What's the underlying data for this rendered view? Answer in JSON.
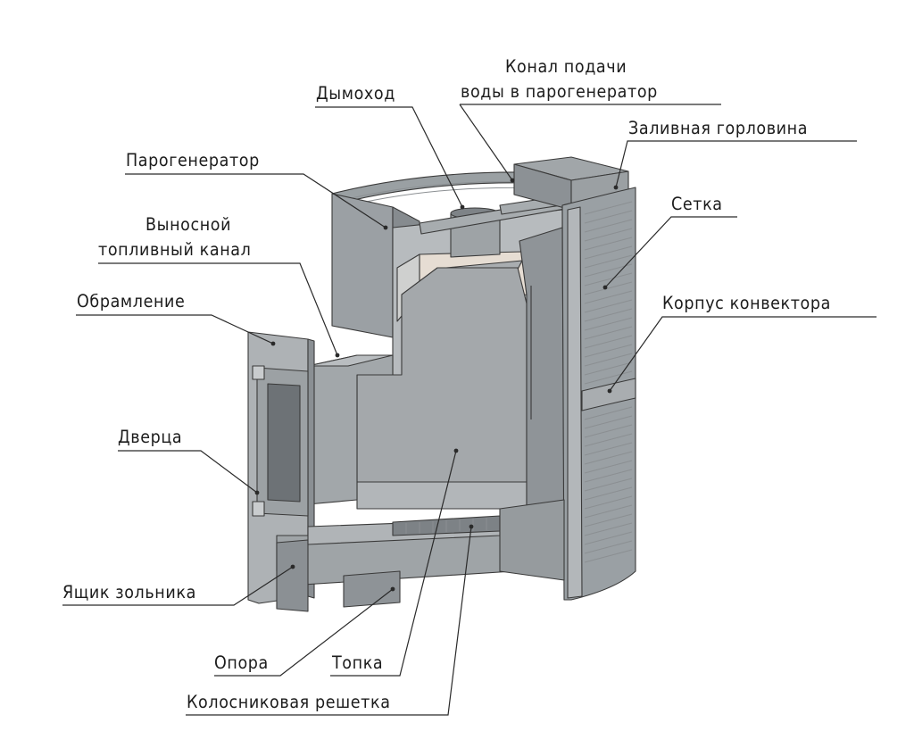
{
  "labels": {
    "chimney": "Дымоход",
    "water_channel_1": "Конал подачи",
    "water_channel_2": "воды в парогенератор",
    "filler_neck": "Заливная горловина",
    "steam_generator": "Парогенератор",
    "mesh": "Сетка",
    "fuel_channel_1": "Выносной",
    "fuel_channel_2": "топливный канал",
    "frame": "Обрамление",
    "convector_body": "Корпус конвектора",
    "door": "Дверца",
    "ash_drawer": "Ящик зольника",
    "support": "Опора",
    "firebox": "Топка",
    "grate": "Колосниковая решетка"
  },
  "colors": {
    "metal_dark": "#8e9397",
    "metal_mid": "#a7abae",
    "metal_light": "#c3c6c8",
    "interior": "#b4b8bb",
    "highlight": "#e4dcd2",
    "edge": "#3a3a3a"
  }
}
